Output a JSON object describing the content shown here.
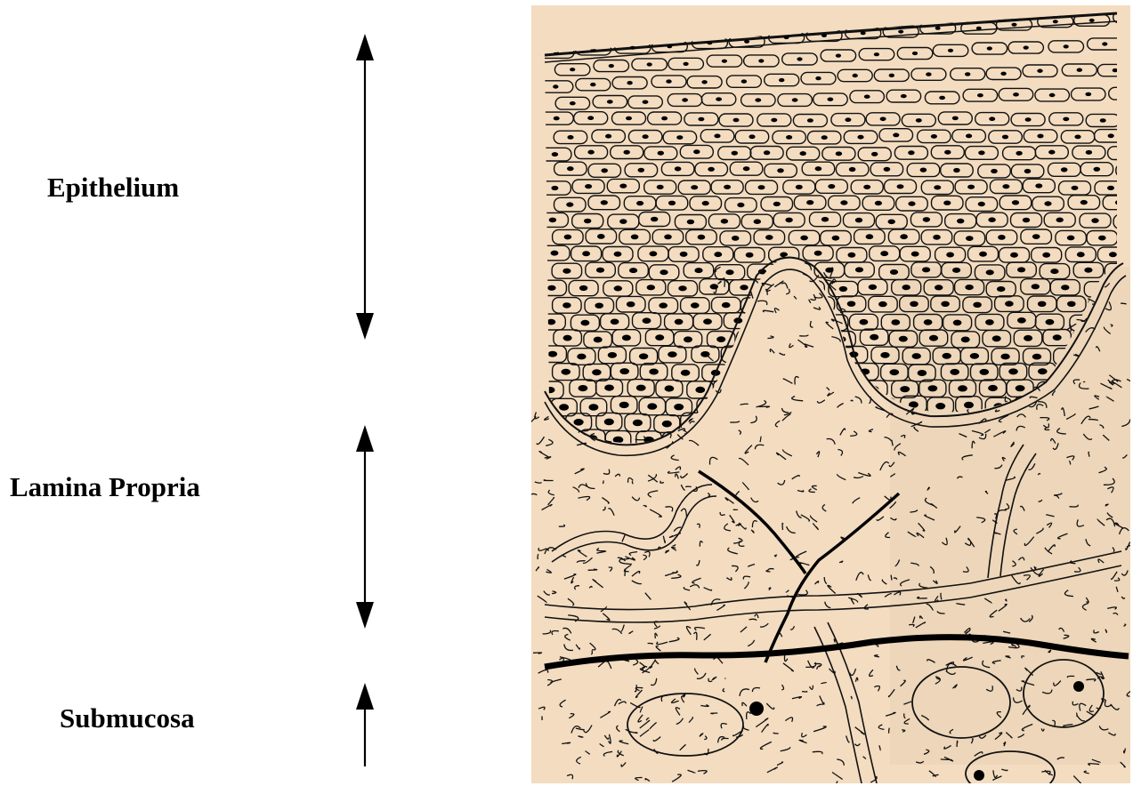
{
  "labels": {
    "epithelium": "Epithelium",
    "lamina_propria": "Lamina Propria",
    "submucosa": "Submucosa"
  },
  "colors": {
    "ink": "#111111",
    "paper": "#f3dcc0",
    "background": "#ffffff"
  }
}
